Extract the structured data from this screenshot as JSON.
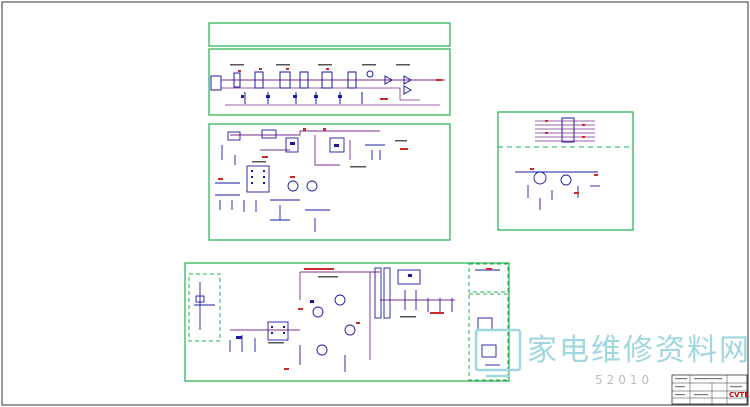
{
  "watermark": {
    "chinese": "家电维修资料网",
    "digits": "52010"
  },
  "title_block": {
    "logo": "CVTE"
  },
  "colors": {
    "frame": "#22b14c",
    "wire": "#7b2d8e",
    "component": "#1a1aa0",
    "net": "#cc2a2a",
    "border": "#333333",
    "watermark": "#9fd7df"
  },
  "icons": {
    "watermark_logo": "tv-screen-icon"
  }
}
